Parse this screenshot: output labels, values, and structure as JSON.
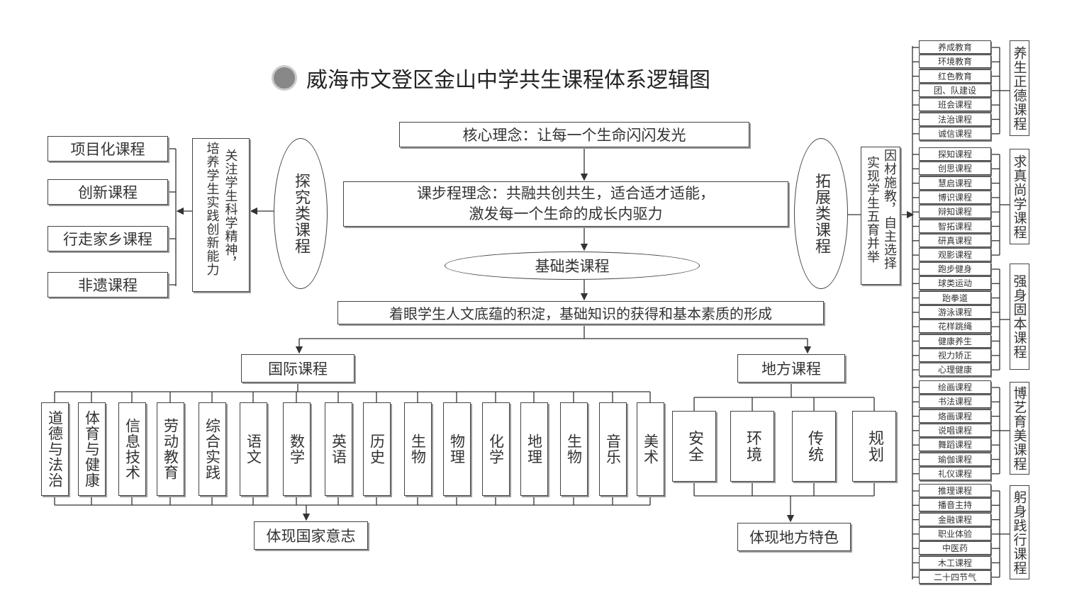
{
  "title": "威海市文登区金山中学共生课程体系逻辑图",
  "core": "核心理念：让每一个生命闪闪发光",
  "philosophy": [
    "课步程理念：共融共创共生，适合适才适能，",
    "激发每一个生命的成长内驱力"
  ],
  "basic": {
    "label": "基础类课程",
    "goal": "着眼学生人文底蕴的积淀，基础知识的获得和基本素质的形成"
  },
  "international": {
    "label": "国际课程",
    "subjects": [
      "道德与法治",
      "体育与健康",
      "信息技术",
      "劳动教育",
      "综合实践",
      "语文",
      "数学",
      "英语",
      "历史",
      "生物",
      "物理",
      "化学",
      "地理",
      "生物",
      "音乐",
      "美术"
    ],
    "result": "体现国家意志"
  },
  "local": {
    "label": "地方课程",
    "subjects": [
      "安全",
      "环境",
      "传统",
      "规划"
    ],
    "result": "体现地方特色"
  },
  "inquiry": {
    "label": "探究类课程",
    "goals": [
      "关注学生科学精神，",
      "培养学生实践创新能力"
    ],
    "courses": [
      "项目化课程",
      "创新课程",
      "行走家乡课程",
      "非遗课程"
    ]
  },
  "extension": {
    "label": "拓展类课程",
    "goals": [
      "因材施教，自主选择",
      "实现学生五育并举"
    ],
    "groups": [
      {
        "label": "养生正德课程",
        "items": [
          "养成教育",
          "环境教育",
          "红色教育",
          "团、队建设",
          "班会课程",
          "法治课程",
          "诚信课程"
        ]
      },
      {
        "label": "求真尚学课程",
        "items": [
          "探知课程",
          "创思课程",
          "慧启课程",
          "博识课程",
          "辩知课程",
          "智拓课程",
          "研真课程",
          "观影课程"
        ]
      },
      {
        "label": "强身固本课程",
        "items": [
          "跑步健身",
          "球类运动",
          "跆拳道",
          "游泳课程",
          "花样跳绳",
          "健康养生",
          "视力矫正",
          "心理健康"
        ]
      },
      {
        "label": "博艺育美课程",
        "items": [
          "绘画课程",
          "书法课程",
          "烙画课程",
          "说唱课程",
          "舞蹈课程",
          "瑜伽课程",
          "礼仪课程"
        ]
      },
      {
        "label": "躬身践行课程",
        "items": [
          "推理课程",
          "播音主持",
          "金融课程",
          "职业体验",
          "中医药",
          "木工课程",
          "二十四节气"
        ]
      }
    ]
  }
}
